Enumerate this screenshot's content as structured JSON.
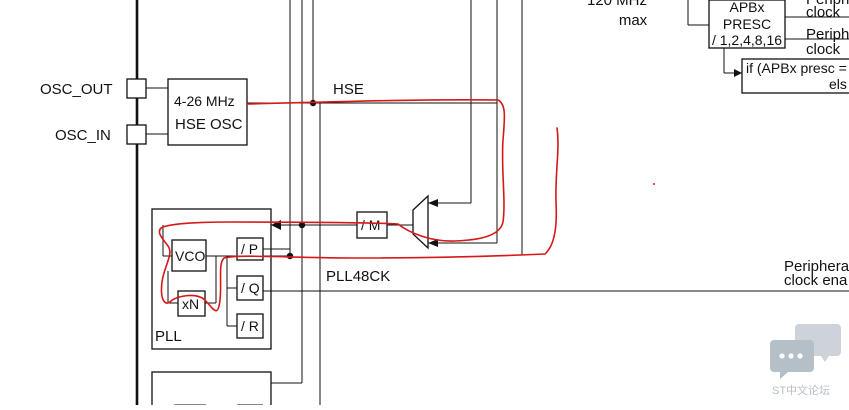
{
  "diagram": {
    "pins": [
      {
        "id": "osc_out",
        "label": "OSC_OUT"
      },
      {
        "id": "osc_in",
        "label": "OSC_IN"
      }
    ],
    "hse_osc": {
      "freq": "4-26 MHz",
      "name": "HSE OSC"
    },
    "hse_label": "HSE",
    "prescaler_m": "/ M",
    "pll": {
      "vco": "VCO",
      "xn": "xN",
      "div_p": "/ P",
      "div_q": "/ Q",
      "div_r": "/ R",
      "name": "PLL"
    },
    "pll48ck": "PLL48CK",
    "apbx_presc": {
      "line1": "APBx",
      "line2": "PRESC",
      "line3": "/ 1,2,4,8,16"
    },
    "max_freq": {
      "line1": "120 MHz",
      "line2": "max"
    },
    "apbx_condition": {
      "line1": "if (APBx presc =",
      "line2": "els"
    },
    "periph_right": [
      {
        "line1": "Periphe",
        "line2": "clock"
      },
      {
        "line1": "Periph",
        "line2": "clock"
      }
    ],
    "periph_bottom": {
      "line1": "Periphera",
      "line2": "clock ena"
    },
    "watermark": "ST中文论坛",
    "colors": {
      "annotation": "#d81818",
      "ink": "#111111",
      "watermark": "#a9b4bf"
    }
  }
}
